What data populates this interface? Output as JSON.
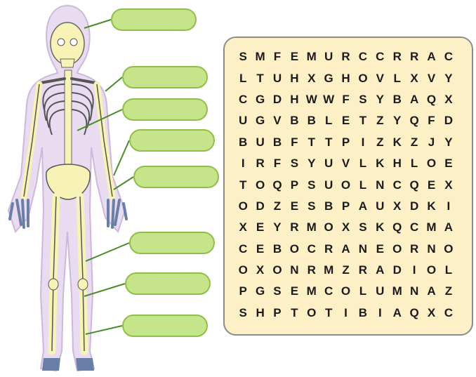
{
  "labels": [
    "",
    "",
    "",
    "",
    "",
    "",
    "",
    ""
  ],
  "grid_rows": [
    "SMFEMURCCRRAC",
    "LTUHXGHOVLXVY",
    "CGDHWWFSYBAQX",
    "UGVBBLETZYQFD",
    "BUBFTTPIZKZJY",
    "IRFSYUVLKHLOE",
    "TOQPSUOLNCQEX",
    "ODZESBPAUXDKI",
    "XEYRMOXSKQCMA",
    "CEBOCRANEORNO",
    "OXONRMZRADIOL",
    "PGSEMCOLUMNAZ",
    "SHPTOTIBIAQXC"
  ],
  "colors": {
    "label_fill": "#c6e58a",
    "label_border": "#8fbf4a",
    "panel_fill": "#fdf0c6",
    "body_outline": "#e4d4ec",
    "bone": "#f7f3b6"
  },
  "icons": [
    "skeleton-icon"
  ]
}
